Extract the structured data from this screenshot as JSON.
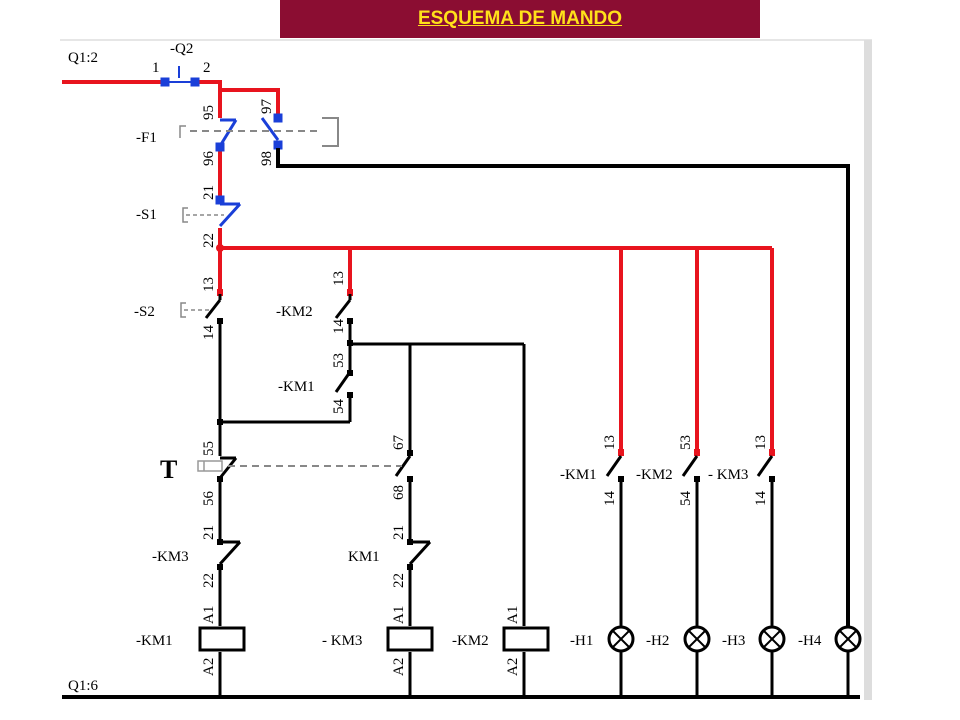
{
  "title": "ESQUEMA DE MANDO",
  "rails": {
    "top": "Q1:2",
    "bottom": "Q1:6"
  },
  "devices": {
    "q2": "-Q2",
    "f1": "-F1",
    "s1": "-S1",
    "s2": "-S2",
    "km2_self": "-KM2",
    "km1_inter": "-KM1",
    "timer": "T",
    "km3_nc": "-KM3",
    "km1_nc": "KM1",
    "coil_km1": "-KM1",
    "coil_km3": "- KM3",
    "coil_km2": "-KM2",
    "sig_km1": "-KM1",
    "sig_km2": "-KM2",
    "sig_km3": "- KM3",
    "h1": "-H1",
    "h2": "-H2",
    "h3": "-H3",
    "h4": "-H4"
  },
  "terminals": {
    "q2_in": "1",
    "q2_out": "2",
    "f1_95": "95",
    "f1_96": "96",
    "f1_97": "97",
    "f1_98": "98",
    "s1_21": "21",
    "s1_22": "22",
    "s2_13": "13",
    "s2_14": "14",
    "km2_13": "13",
    "km2_14": "14",
    "km1_53": "53",
    "km1_54": "54",
    "t_55": "55",
    "t_56": "56",
    "t_67": "67",
    "t_68": "68",
    "km3_21": "21",
    "km3_22": "22",
    "km1_21": "21",
    "km1_22": "22",
    "c1_a1": "A1",
    "c1_a2": "A2",
    "c3_a1": "A1",
    "c3_a2": "A2",
    "c2_a1": "A1",
    "c2_a2": "A2",
    "h1_13": "13",
    "h1_14": "14",
    "h2_53": "53",
    "h2_54": "54",
    "h3_13": "13",
    "h3_14": "14"
  },
  "colors": {
    "live": "#e8141e",
    "wire": "#000000",
    "contact_nc": "#1a3fd8",
    "mech": "#888888",
    "title_bg": "#8b0d32",
    "title_fg": "#ffe11a"
  }
}
